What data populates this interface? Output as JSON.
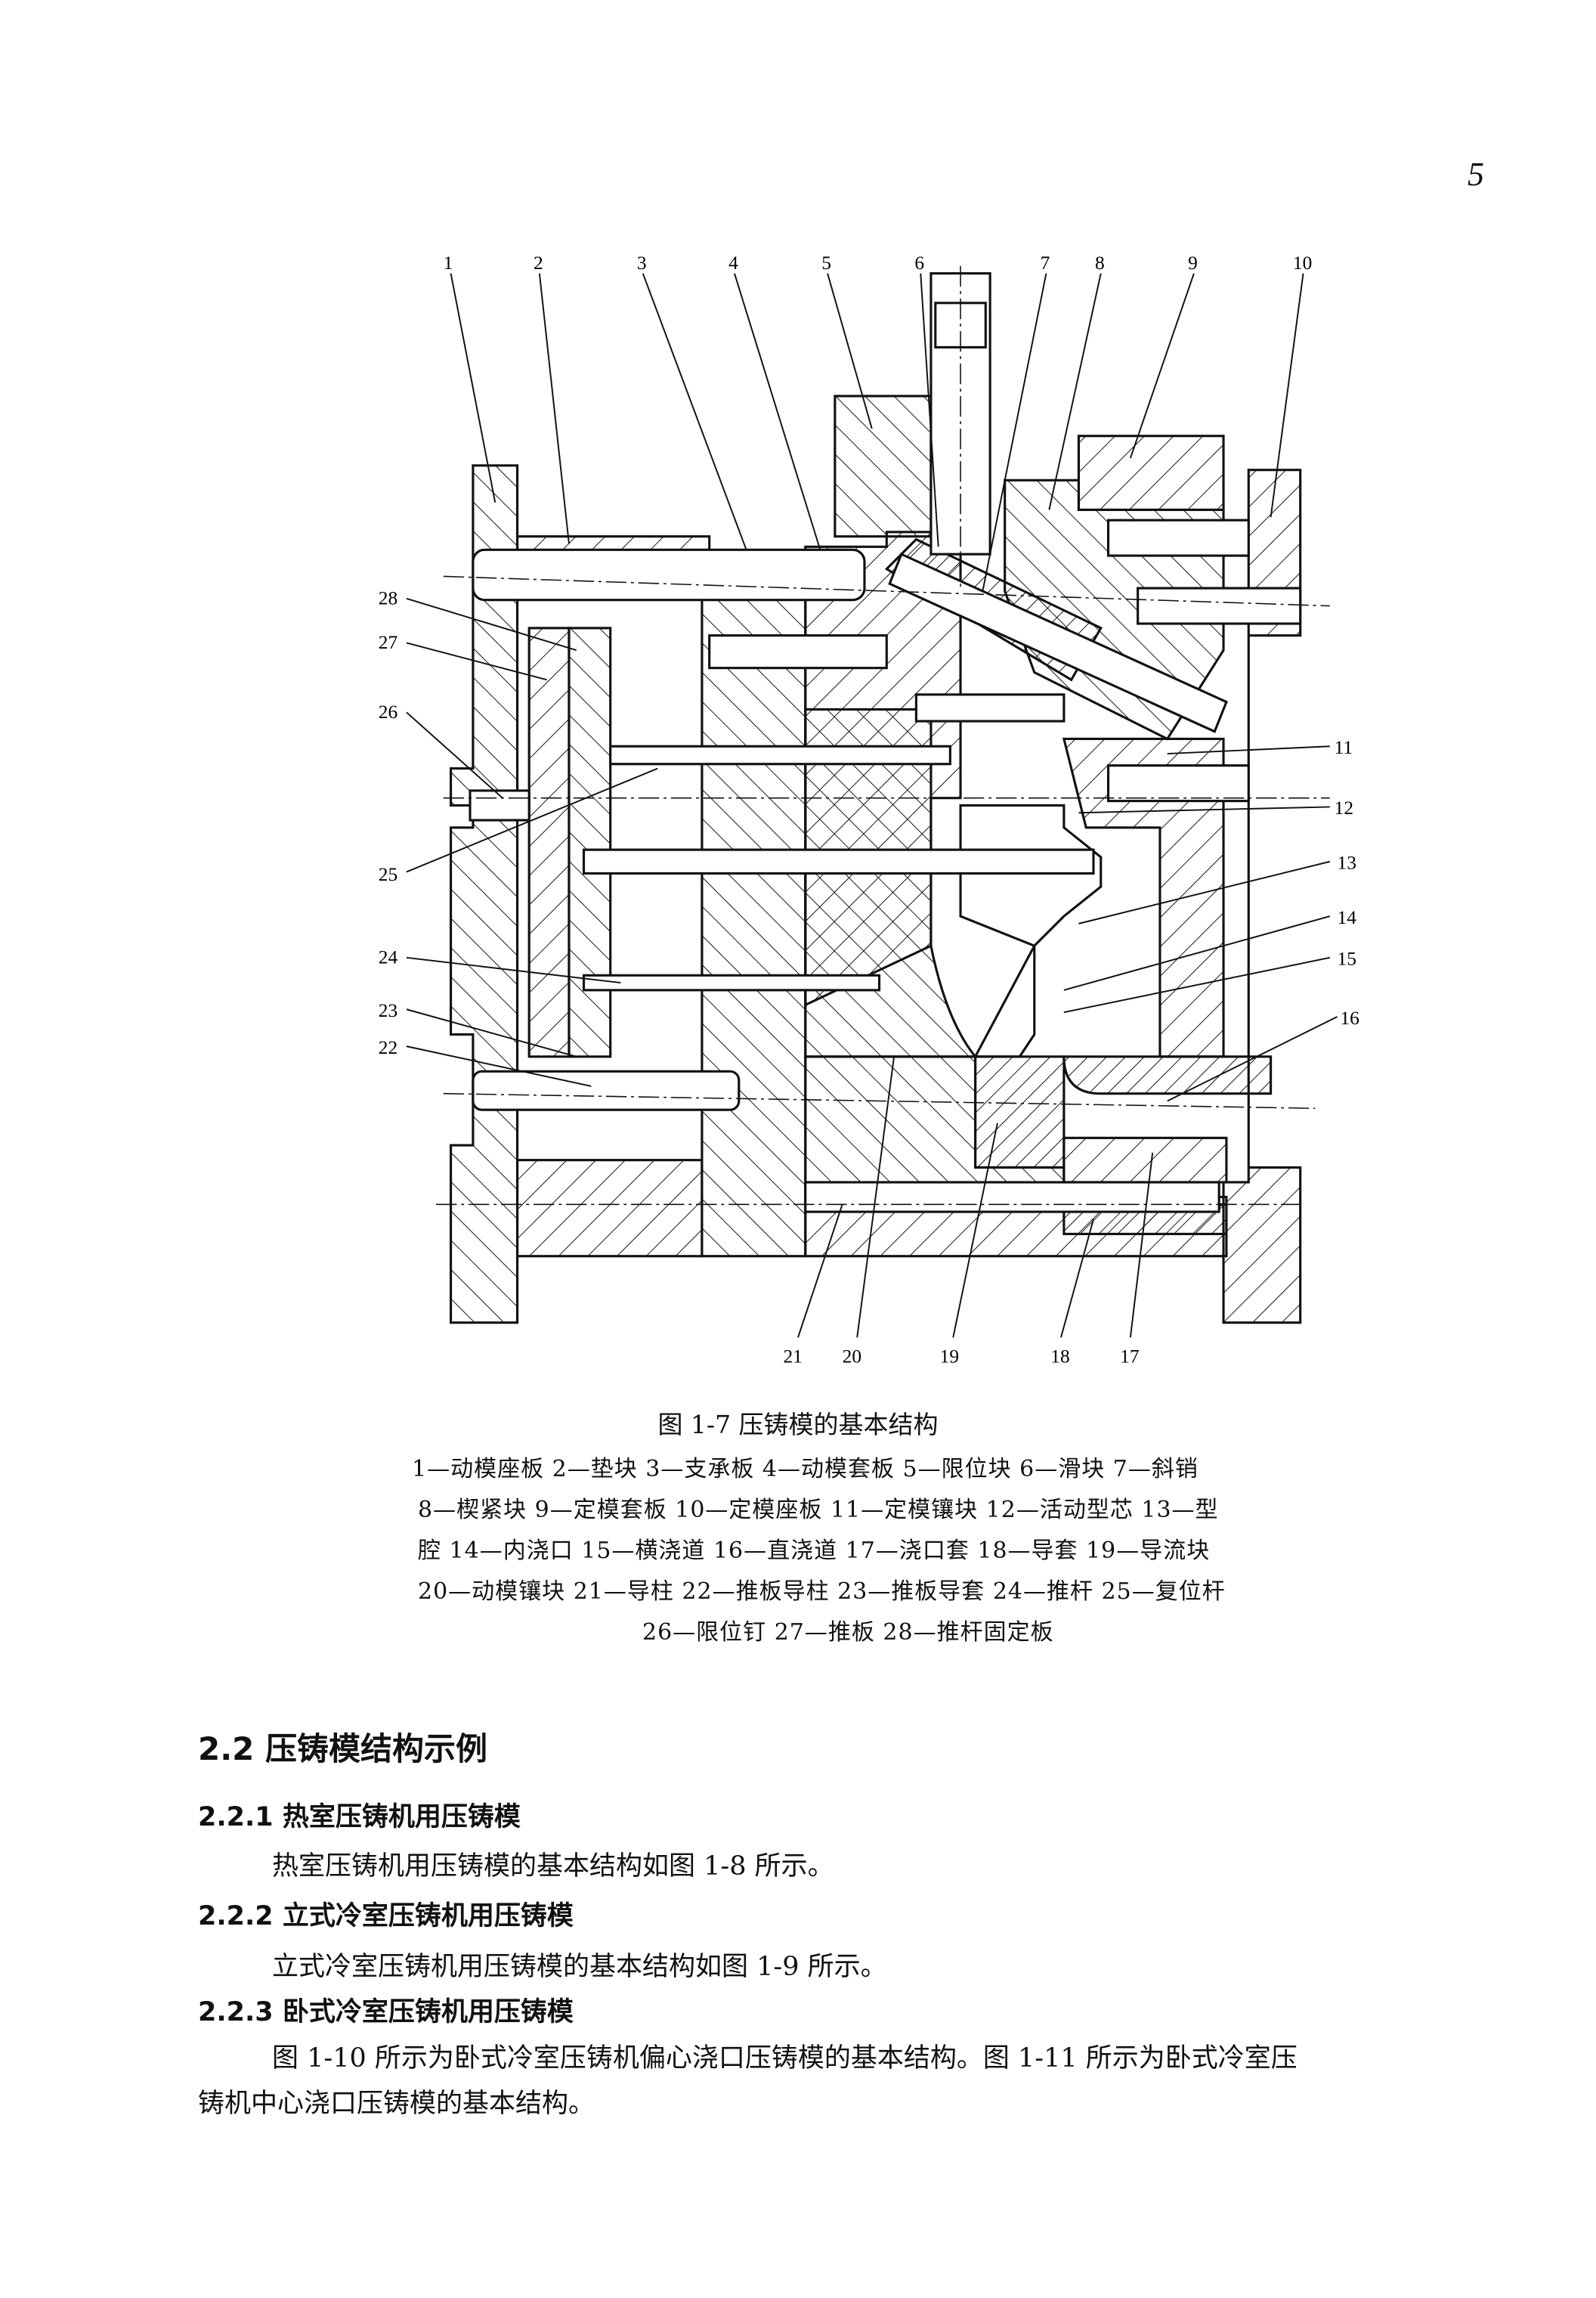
{
  "page_number": "5",
  "figure": {
    "callouts": [
      "1",
      "2",
      "3",
      "4",
      "5",
      "6",
      "7",
      "8",
      "9",
      "10",
      "11",
      "12",
      "13",
      "14",
      "15",
      "16",
      "17",
      "18",
      "19",
      "20",
      "21",
      "22",
      "23",
      "24",
      "25",
      "26",
      "27",
      "28"
    ],
    "caption": "图 1-7   压铸模的基本结构",
    "legend_lines": [
      "1—动模座板   2—垫块   3—支承板   4—动模套板   5—限位块   6—滑块   7—斜销",
      "8—楔紧块   9—定模套板   10—定模座板   11—定模镶块   12—活动型芯   13—型",
      "腔   14—内浇口   15—横浇道   16—直浇道   17—浇口套   18—导套   19—导流块",
      "20—动模镶块   21—导柱   22—推板导柱   23—推板导套   24—推杆   25—复位杆",
      "26—限位钉   27—推板   28—推杆固定板"
    ]
  },
  "section": {
    "heading": "2.2   压铸模结构示例",
    "subsections": [
      {
        "heading": "2.2.1   热室压铸机用压铸模",
        "text": "热室压铸机用压铸模的基本结构如图 1-8 所示。"
      },
      {
        "heading": "2.2.2   立式冷室压铸机用压铸模",
        "text": "立式冷室压铸机用压铸模的基本结构如图 1-9 所示。"
      },
      {
        "heading": "2.2.3   卧式冷室压铸机用压铸模",
        "text_lines": [
          "图 1-10 所示为卧式冷室压铸机偏心浇口压铸模的基本结构。图 1-11 所示为卧式冷室压",
          "铸机中心浇口压铸模的基本结构。"
        ]
      }
    ]
  }
}
